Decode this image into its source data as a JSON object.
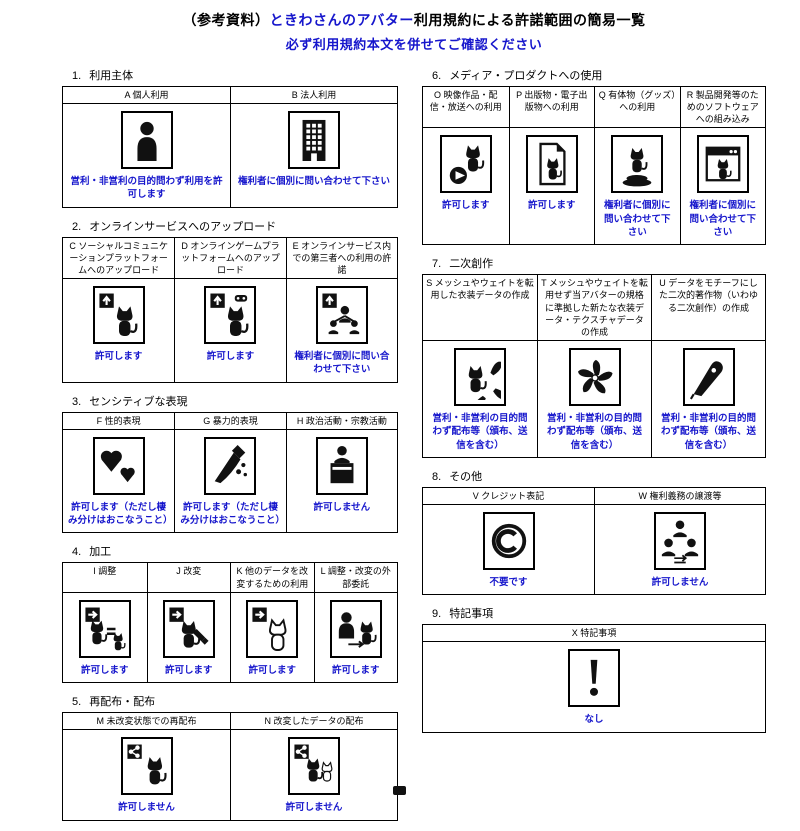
{
  "colors": {
    "accent_blue": "#1616CC",
    "text_black": "#000000",
    "border": "#000000"
  },
  "title": {
    "prefix": "（参考資料）",
    "avatar_name": "ときわさんのアバター",
    "rest": "利用規約による許諾範囲の簡易一覧",
    "subtitle": "必ず利用規約本文を併せてご確認ください"
  },
  "sections": [
    {
      "id": "usage-subject",
      "number": "1.",
      "heading": "利用主体",
      "column": "left",
      "items": [
        {
          "label": "A 個人利用",
          "icon": "person-icon",
          "status": "営利・非営利の目的問わず利用を許可します"
        },
        {
          "label": "B 法人利用",
          "icon": "building-icon",
          "status": "権利者に個別に問い合わせて下さい"
        }
      ]
    },
    {
      "id": "online-upload",
      "number": "2.",
      "heading": "オンラインサービスへのアップロード",
      "column": "left",
      "items": [
        {
          "label": "C ソーシャルコミュニケーションプラットフォームへのアップロード",
          "icon": "upload-social-icon",
          "status": "許可します"
        },
        {
          "label": "D オンラインゲームプラットフォームへのアップロード",
          "icon": "upload-game-icon",
          "status": "許可します"
        },
        {
          "label": "E オンラインサービス内での第三者への利用の許諾",
          "icon": "upload-third-party-icon",
          "status": "権利者に個別に問い合わせて下さい"
        }
      ]
    },
    {
      "id": "sensitive-expression",
      "number": "3.",
      "heading": "センシティブな表現",
      "column": "left",
      "items": [
        {
          "label": "F 性的表現",
          "icon": "sexual-expression-icon",
          "status": "許可します（ただし棲み分けはおこなうこと）"
        },
        {
          "label": "G 暴力的表現",
          "icon": "violent-expression-icon",
          "status": "許可します（ただし棲み分けはおこなうこと）"
        },
        {
          "label": "H 政治活動・宗教活動",
          "icon": "politics-religion-icon",
          "status": "許可しません"
        }
      ]
    },
    {
      "id": "processing",
      "number": "4.",
      "heading": "加工",
      "column": "left",
      "items": [
        {
          "label": "I 調整",
          "icon": "adjust-icon",
          "status": "許可します"
        },
        {
          "label": "J 改変",
          "icon": "modify-icon",
          "status": "許可します"
        },
        {
          "label": "K 他のデータを改変するための利用",
          "icon": "modify-other-data-icon",
          "status": "許可します"
        },
        {
          "label": "L 調整・改変の外部委託",
          "icon": "outsource-icon",
          "status": "許可します"
        }
      ]
    },
    {
      "id": "redistribution",
      "number": "5.",
      "heading": "再配布・配布",
      "column": "left",
      "items": [
        {
          "label": "M 未改変状態での再配布",
          "icon": "redistribute-icon",
          "status": "許可しません"
        },
        {
          "label": "N 改変したデータの配布",
          "icon": "distribute-modified-icon",
          "status": "許可しません"
        }
      ]
    },
    {
      "id": "media-product",
      "number": "6.",
      "heading": "メディア・プロダクトへの使用",
      "column": "right",
      "items": [
        {
          "label": "O 映像作品・配信・放送への利用",
          "icon": "video-icon",
          "status": "許可します"
        },
        {
          "label": "P 出版物・電子出版物への利用",
          "icon": "publication-icon",
          "status": "許可します"
        },
        {
          "label": "Q 有体物（グッズ）への利用",
          "icon": "goods-icon",
          "status": "権利者に個別に問い合わせて下さい"
        },
        {
          "label": "R 製品開発等のためのソフトウェアへの組み込み",
          "icon": "software-icon",
          "status": "権利者に個別に問い合わせて下さい"
        }
      ]
    },
    {
      "id": "derivative-works",
      "number": "7.",
      "heading": "二次創作",
      "column": "right",
      "items": [
        {
          "label": "S メッシュやウェイトを転用した衣装データの作成",
          "icon": "costume-mesh-icon",
          "status": "営利・非営利の目的問わず配布等（頒布、送信を含む）"
        },
        {
          "label": "T メッシュやウェイトを転用せず当アバターの規格に準拠した新たな衣装データ・テクスチャデータの作成",
          "icon": "costume-new-icon",
          "status": "営利・非営利の目的問わず配布等（頒布、送信を含む）"
        },
        {
          "label": "U データをモチーフにした二次的著作物（いわゆる二次創作）の作成",
          "icon": "derivative-pen-icon",
          "status": "営利・非営利の目的問わず配布等（頒布、送信を含む）"
        }
      ]
    },
    {
      "id": "others",
      "number": "8.",
      "heading": "その他",
      "column": "right",
      "items": [
        {
          "label": "V クレジット表記",
          "icon": "copyright-icon",
          "status": "不要です"
        },
        {
          "label": "W 権利義務の譲渡等",
          "icon": "transfer-icon",
          "status": "許可しません"
        }
      ]
    },
    {
      "id": "special-notes",
      "number": "9.",
      "heading": "特記事項",
      "column": "right",
      "items": [
        {
          "label": "X 特記事項",
          "icon": "exclamation-icon",
          "status": "なし"
        }
      ]
    }
  ]
}
